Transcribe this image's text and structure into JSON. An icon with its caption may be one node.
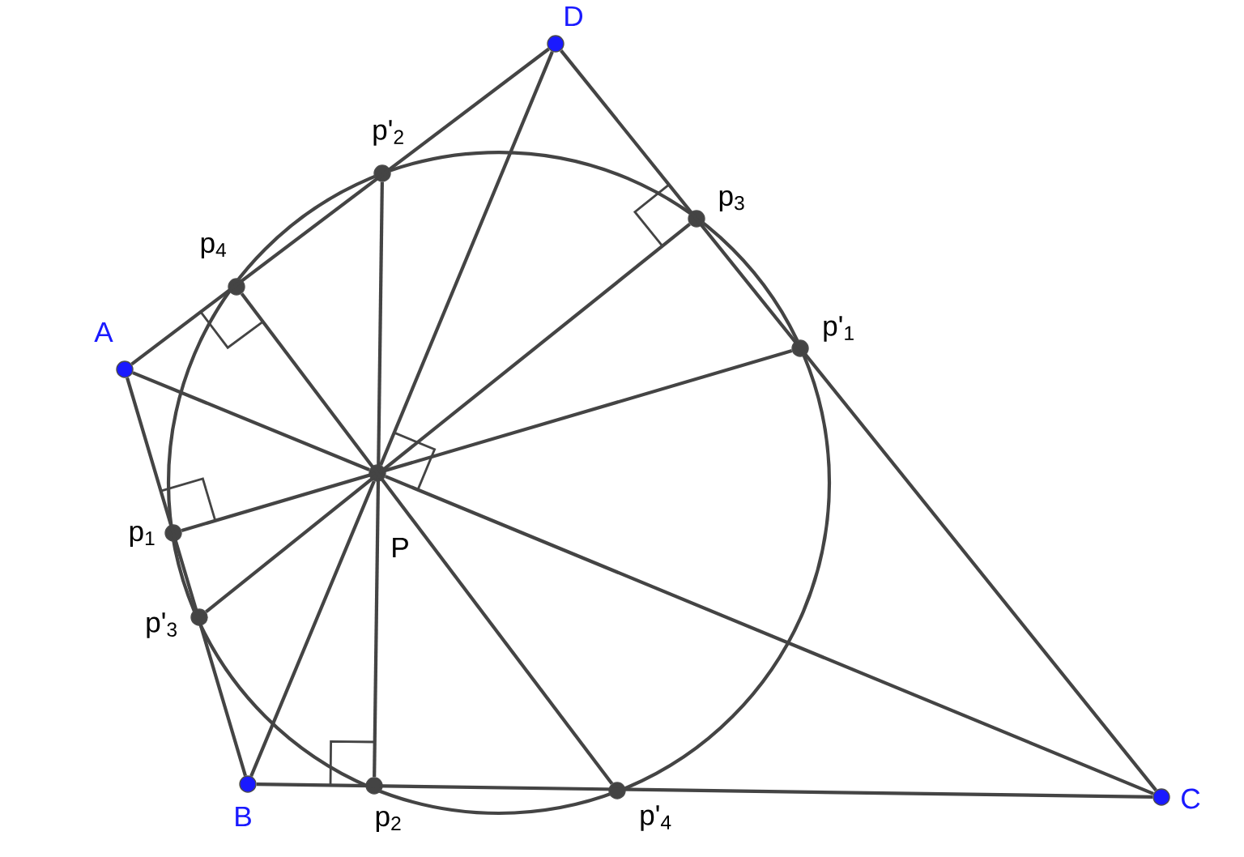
{
  "diagram": {
    "nodes": [
      {
        "text": [
          "A"
        ]
      },
      {
        "text": [
          "B"
        ]
      },
      {
        "text": [
          "C"
        ]
      },
      {
        "text": [
          "D"
        ]
      },
      {
        "text": [
          "P"
        ]
      },
      {
        "text": [
          "p$_{1}$"
        ]
      },
      {
        "text": [
          "p$_{2}$"
        ]
      },
      {
        "text": [
          "p$_{3}$"
        ]
      },
      {
        "text": [
          "p$_{4}$"
        ]
      },
      {
        "text": [
          "p'$_{1}$"
        ]
      },
      {
        "text": [
          "p'$_{2}$"
        ]
      },
      {
        "text": [
          "p'$_{3}$"
        ]
      },
      {
        "text": [
          "p'$_{4}$"
        ]
      }
    ],
    "edges": [
      {
        "from": 0,
        "to": 1,
        "arrow": "none"
      },
      {
        "from": 1,
        "to": 2,
        "arrow": "none"
      },
      {
        "from": 2,
        "to": 3,
        "arrow": "none"
      },
      {
        "from": 3,
        "to": 0,
        "arrow": "none"
      },
      {
        "from": 4,
        "to": 0,
        "arrow": "none"
      },
      {
        "from": 4,
        "to": 1,
        "arrow": "none"
      },
      {
        "from": 4,
        "to": 2,
        "arrow": "none"
      },
      {
        "from": 4,
        "to": 3,
        "arrow": "none"
      },
      {
        "from": 5,
        "to": 9,
        "arrow": "none"
      },
      {
        "from": 6,
        "to": 10,
        "arrow": "none"
      },
      {
        "from": 7,
        "to": 11,
        "arrow": "none"
      },
      {
        "from": 8,
        "to": 12,
        "arrow": "none"
      }
    ]
  }
}
